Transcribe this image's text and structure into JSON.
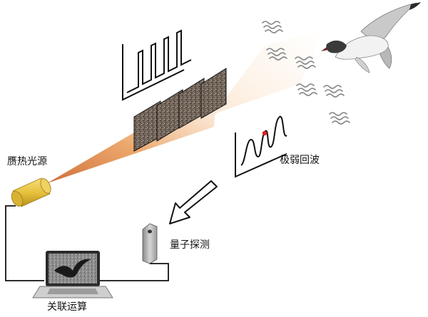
{
  "labels": {
    "light_source": "赝热光源",
    "weak_echo": "极弱回波",
    "quantum_detection": "量子探测",
    "correlation": "关联运算"
  },
  "colors": {
    "beam": "#e58a3c",
    "source": "#e8c23e",
    "waveform": "#111111",
    "echo_marker": "#e02020"
  },
  "icons": [
    "bird-icon",
    "wave-icon",
    "laptop-icon",
    "detector-icon",
    "arrow-icon"
  ]
}
